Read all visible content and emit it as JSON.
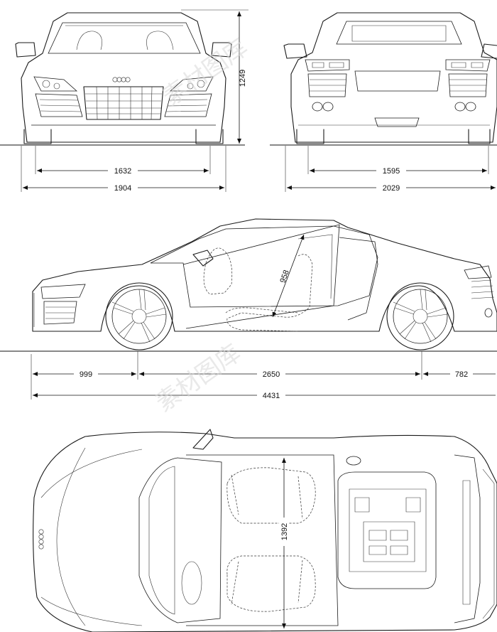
{
  "dimensions": {
    "front_height": "1249",
    "front_track": "1632",
    "front_width": "1904",
    "rear_track": "1595",
    "rear_width": "2029",
    "front_overhang": "999",
    "wheelbase": "2650",
    "rear_overhang": "782",
    "length": "4431",
    "seat_height": "958",
    "top_width": "1392"
  },
  "watermark": "素材图库"
}
